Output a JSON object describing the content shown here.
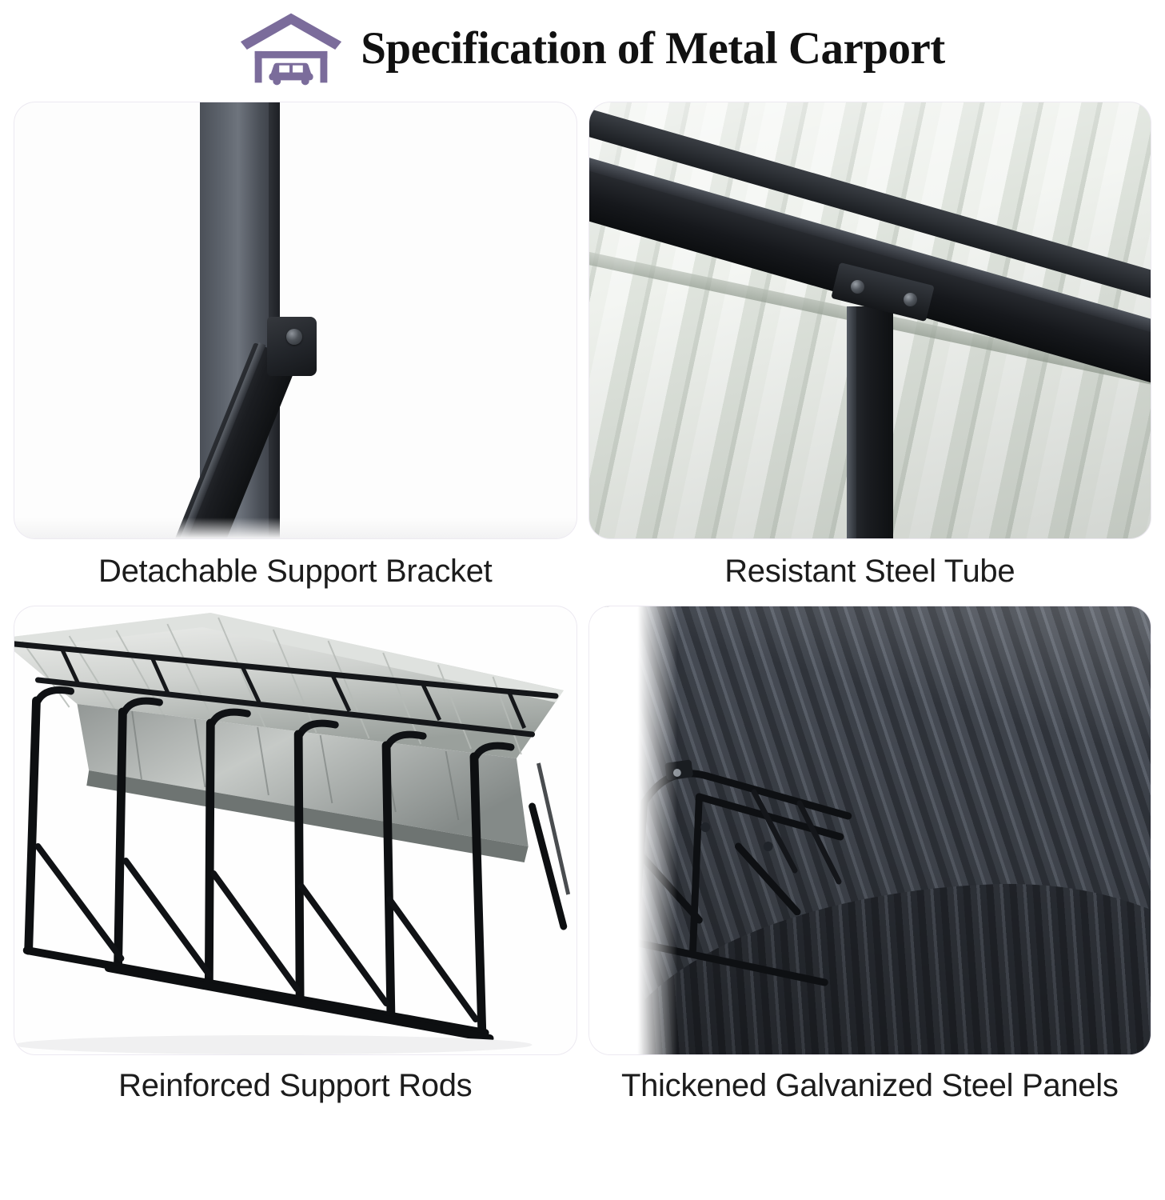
{
  "header": {
    "title": "Specification of Metal Carport",
    "logo_icon": "carport-garage-car-icon",
    "logo_color": "#7b6c9b"
  },
  "cards": [
    {
      "id": "detachable-support-bracket",
      "caption": "Detachable Support Bracket",
      "image_alt": "Close-up of black detachable support bracket bolted to grey vertical steel post"
    },
    {
      "id": "resistant-steel-tube",
      "caption": "Resistant Steel Tube",
      "image_alt": "Underside view of corrugated white roof panels with black steel tube beam and column joint"
    },
    {
      "id": "reinforced-support-rods",
      "caption": "Reinforced Support Rods",
      "image_alt": "Full carport frame with reinforced diagonal support rods and grey roof panels"
    },
    {
      "id": "thickened-galvanized-steel-panels",
      "caption": "Thickened Galvanized Steel Panels",
      "image_alt": "Angled view of thickened dark grey galvanized corrugated steel roof panels"
    }
  ],
  "colors": {
    "background": "#ffffff",
    "text": "#1c1c1c",
    "title": "#111111",
    "card_border": "#ece9f1",
    "accent": "#7b6c9b",
    "steel_dark": "#1b1d21",
    "steel_mid": "#5d636c",
    "panel_light": "#eef1ec"
  }
}
